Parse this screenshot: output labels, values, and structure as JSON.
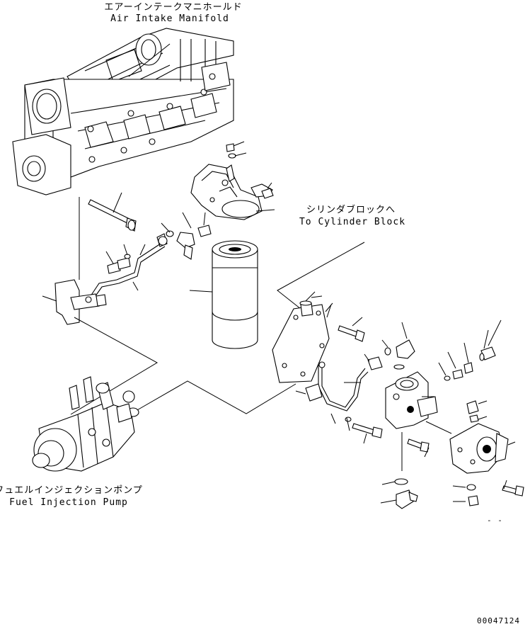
{
  "labels": {
    "air_intake_jp": "エアーインテークマニホールド",
    "air_intake_en": "Air Intake Manifold",
    "cylinder_block_jp": "シリンダブロックへ",
    "cylinder_block_en": "To Cylinder Block",
    "fuel_pump_jp": "フュエルインジェクションポンプ",
    "fuel_pump_en": "Fuel Injection Pump",
    "drawing_number": "00047124",
    "small_mark": "- -"
  }
}
